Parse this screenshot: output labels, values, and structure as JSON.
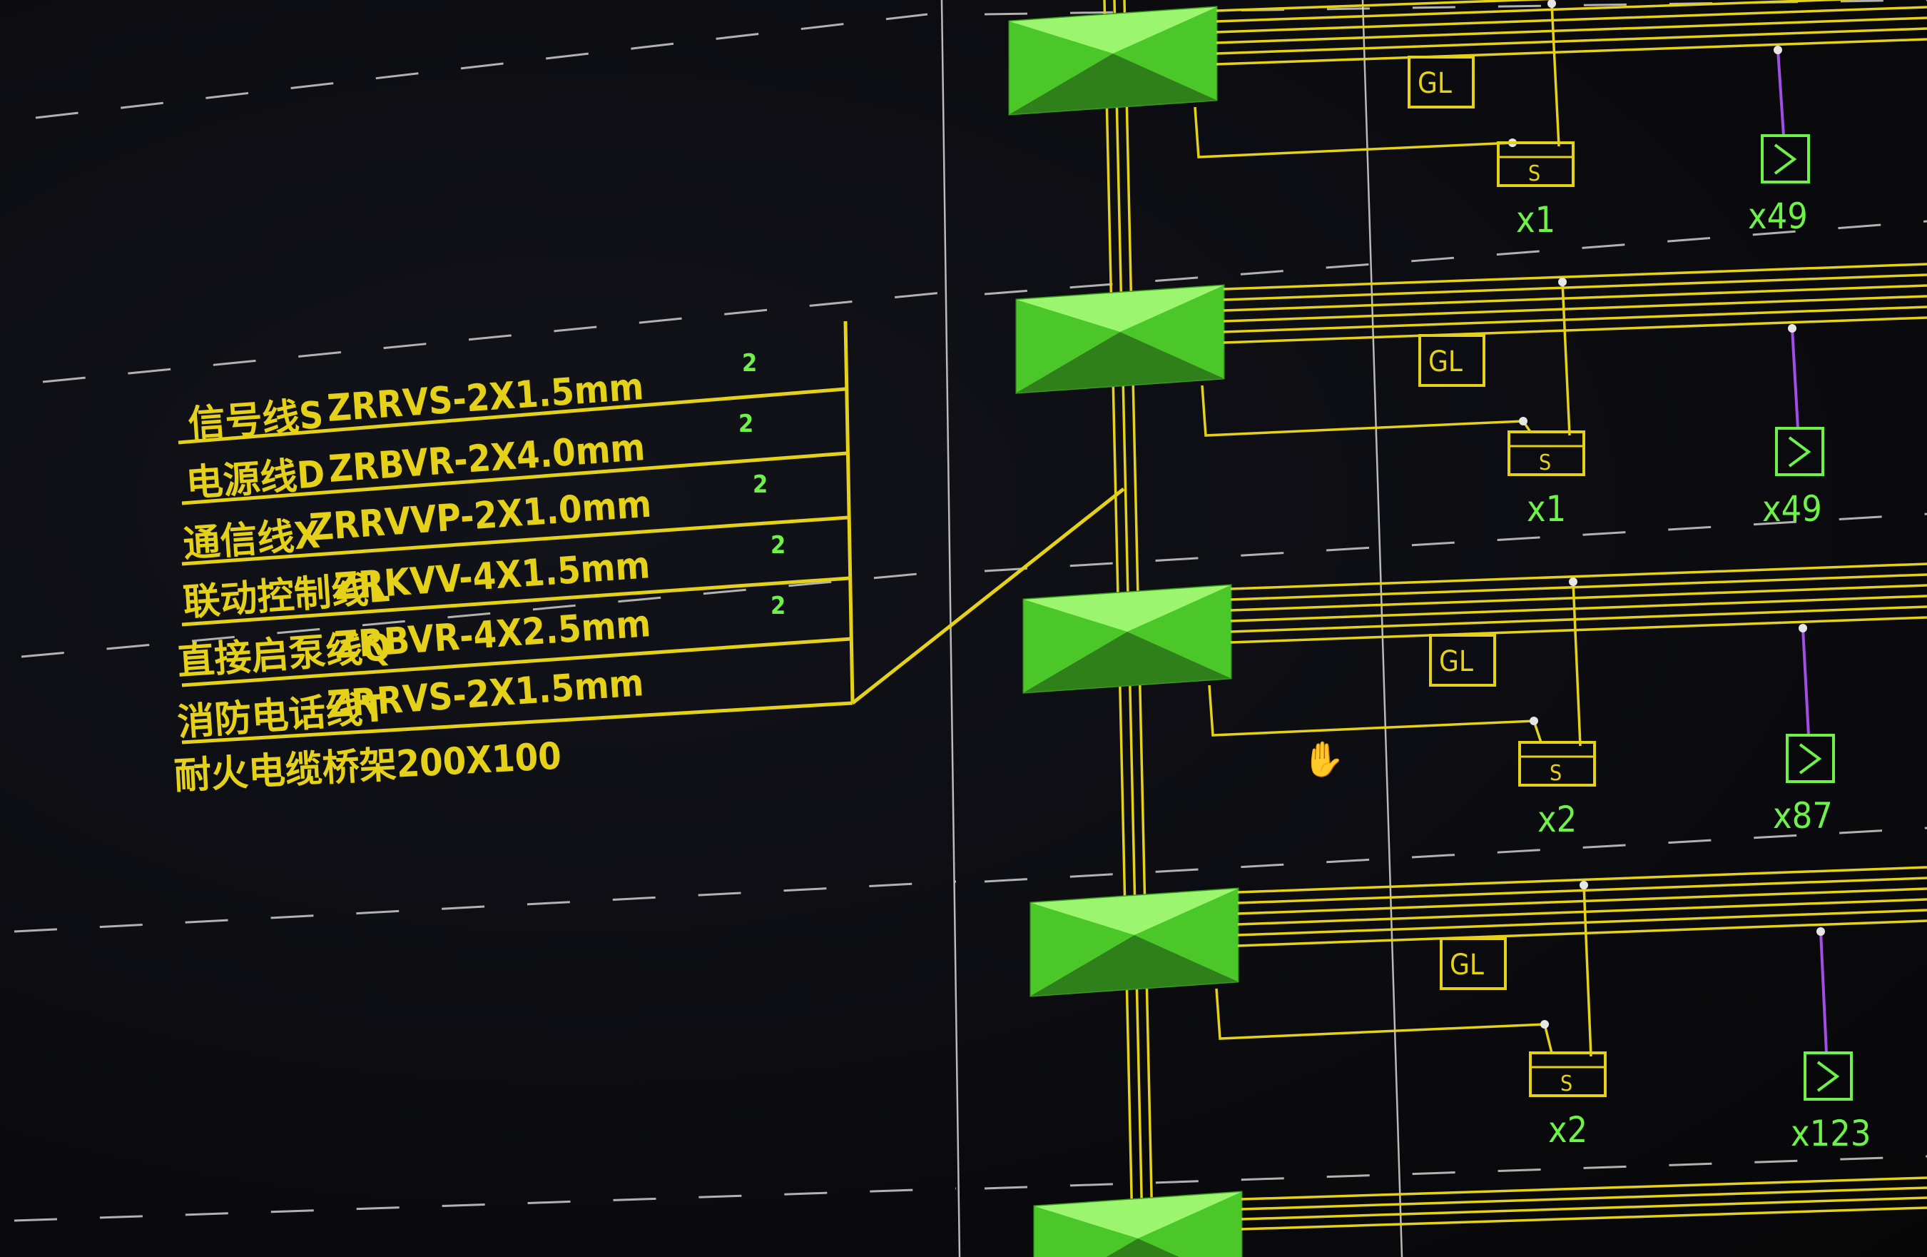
{
  "legend": {
    "rows": [
      {
        "name": "信号线S",
        "spec": "ZRRVS-2X1.5mm",
        "mark": "2"
      },
      {
        "name": "电源线D",
        "spec": "ZRBVR-2X4.0mm",
        "mark": "2"
      },
      {
        "name": "通信线X",
        "spec": "ZRRVVP-2X1.0mm",
        "mark": "2"
      },
      {
        "name": "联动控制线L",
        "spec": "ZRKVV-4X1.5mm",
        "mark": "2"
      },
      {
        "name": "直接启泵线Q",
        "spec": "ZRBVR-4X2.5mm",
        "mark": "2"
      },
      {
        "name": "消防电话线T",
        "spec": "ZRRVS-2X1.5mm",
        "mark": ""
      }
    ],
    "footer": "耐火电缆桥架200X100"
  },
  "floors": [
    {
      "gl": "GL",
      "s": "S",
      "s_count": "x1",
      "det_count": "x49"
    },
    {
      "gl": "GL",
      "s": "S",
      "s_count": "x1",
      "det_count": "x49"
    },
    {
      "gl": "GL",
      "s": "S",
      "s_count": "x2",
      "det_count": "x87"
    },
    {
      "gl": "GL",
      "s": "S",
      "s_count": "x2",
      "det_count": "x123"
    }
  ],
  "colors": {
    "wire": "#e6d11a",
    "module_green": "#62e03a",
    "text_green": "#6ef24a",
    "riser_violet": "#a24de6",
    "dash": "#cfcfcf"
  }
}
